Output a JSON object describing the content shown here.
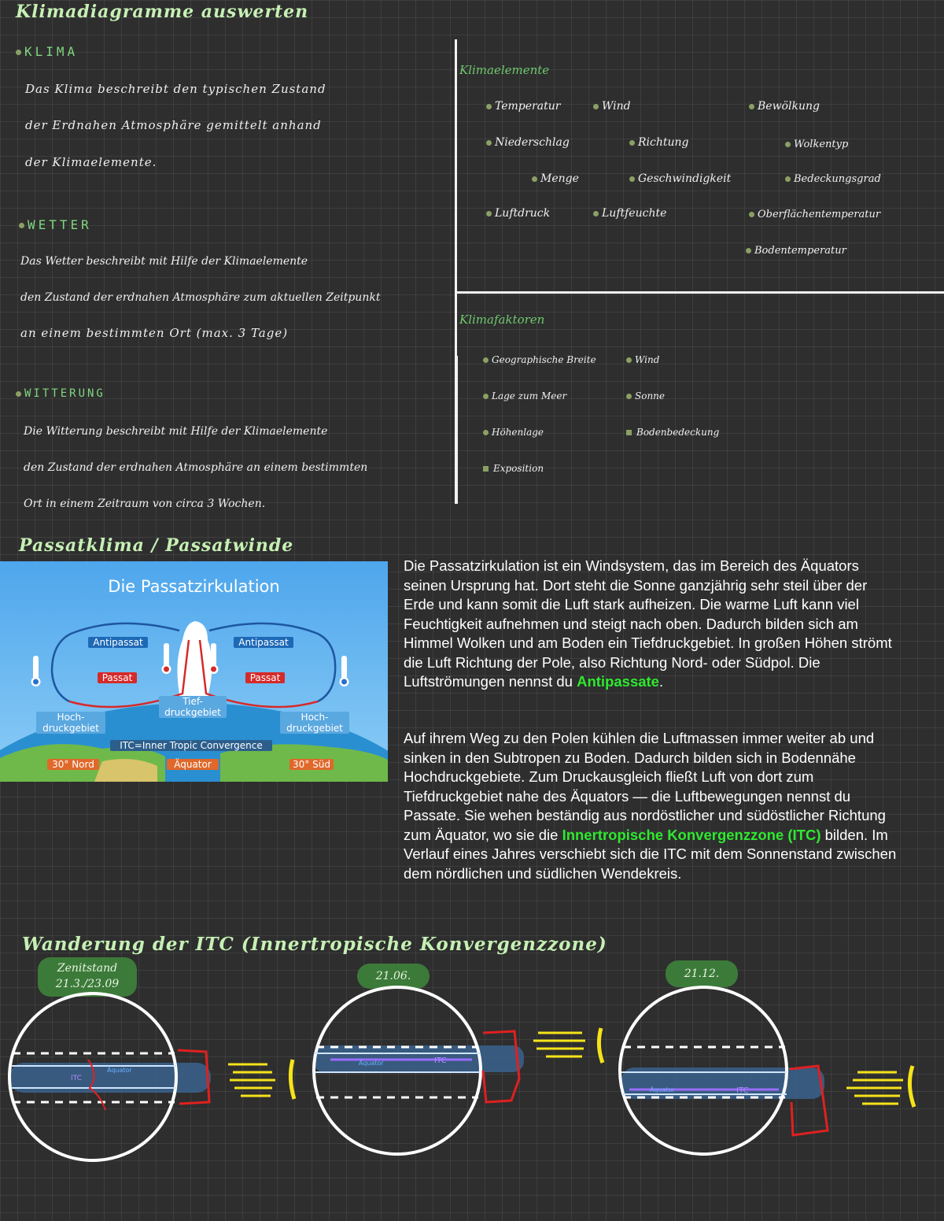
{
  "title": "Klimadiagramme auswerten",
  "klima": {
    "heading": "KLIMA",
    "lines": [
      "Das Klima beschreibt den typischen Zustand",
      "der Erdnahen Atmosphäre gemittelt anhand",
      "der Klimaelemente."
    ]
  },
  "wetter": {
    "heading": "WETTER",
    "lines": [
      "Das Wetter beschreibt mit Hilfe der Klimaelemente",
      "den Zustand der erdnahen Atmosphäre zum aktuellen Zeitpunkt",
      "an einem bestimmten Ort (max. 3 Tage)"
    ]
  },
  "witterung": {
    "heading": "WITTERUNG",
    "lines": [
      "Die Witterung beschreibt mit Hilfe der Klimaelemente",
      "den Zustand der erdnahen Atmosphäre an einem bestimmten",
      "Ort in einem Zeitraum von circa 3 Wochen."
    ]
  },
  "klimaelemente": {
    "heading": "Klimaelemente",
    "items": [
      "Temperatur",
      "Wind",
      "Bewölkung",
      "Niederschlag",
      "Richtung",
      "Wolkentyp",
      "Menge",
      "Geschwindigkeit",
      "Bedeckungsgrad",
      "Luftdruck",
      "Luftfeuchte",
      "Oberflächentemperatur",
      "Bodentemperatur"
    ]
  },
  "klimafaktoren": {
    "heading": "Klimafaktoren",
    "items": [
      "Geographische Breite",
      "Wind",
      "Lage zum Meer",
      "Sonne",
      "Höhenlage",
      "Bodenbedeckung",
      "Exposition"
    ]
  },
  "passat": {
    "heading": "Passatklima / Passatwinde",
    "image": {
      "title": "Die Passatzirkulation",
      "labels": {
        "antipassat": "Antipassat",
        "passat": "Passat",
        "tief": "Tief-\ndruckgebiet",
        "hoch": "Hoch-\ndruckgebiet",
        "itc": "ITC=Inner Tropic Convergence",
        "nord": "30° Nord",
        "aequator": "Äquator",
        "sued": "30° Süd"
      }
    },
    "p1_a": "Die Passatzirkulation ist ein Windsystem, das im Bereich des Äquators seinen Ursprung hat. Dort steht die Sonne ganzjährig sehr steil über der Erde und kann somit die Luft stark aufheizen. Die warme Luft kann viel Feuchtigkeit aufnehmen und steigt nach oben. Dadurch bilden sich am Himmel Wolken und am Boden ein Tiefdruckgebiet. In großen Höhen strömt die Luft Richtung der Pole, also Richtung Nord- oder Südpol. Die Luftströmungen nennst du ",
    "p1_hl": "Antipassate",
    "p1_b": ".",
    "p2_a": "Auf ihrem Weg zu den Polen kühlen die Luftmassen immer weiter ab und sinken in den Subtropen zu Boden. Dadurch bilden sich in Bodennähe Hochdruckgebiete. Zum Druckausgleich fließt Luft von dort zum Tiefdruckgebiet nahe des Äquators — die Luftbewegungen nennst du Passate. Sie wehen beständig aus nordöstlicher und südöstlicher Richtung zum Äquator, wo sie die ",
    "p2_hl": "Innertropische Konvergenzzone (ITC)",
    "p2_b": " bilden. Im Verlauf eines Jahres verschiebt sich die ITC mit dem Sonnenstand zwischen dem nördlichen und südlichen Wendekreis."
  },
  "itc": {
    "heading": "Wanderung der ITC (Innertropische Konvergenzzone)",
    "globes": [
      {
        "label_1": "Zenitstand",
        "label_2": "21.3./23.09",
        "eq": "Äquator",
        "itc": "ITC"
      },
      {
        "label_1": "21.06.",
        "eq": "Äquator",
        "itc": "ITC"
      },
      {
        "label_1": "21.12.",
        "eq": "Äquator",
        "itc": "ITC"
      }
    ]
  },
  "colors": {
    "accent_green": "#2ee82e",
    "pill_green": "#3c7a3a",
    "sun_yellow": "#f5e31a",
    "itc_red": "#e02020"
  }
}
